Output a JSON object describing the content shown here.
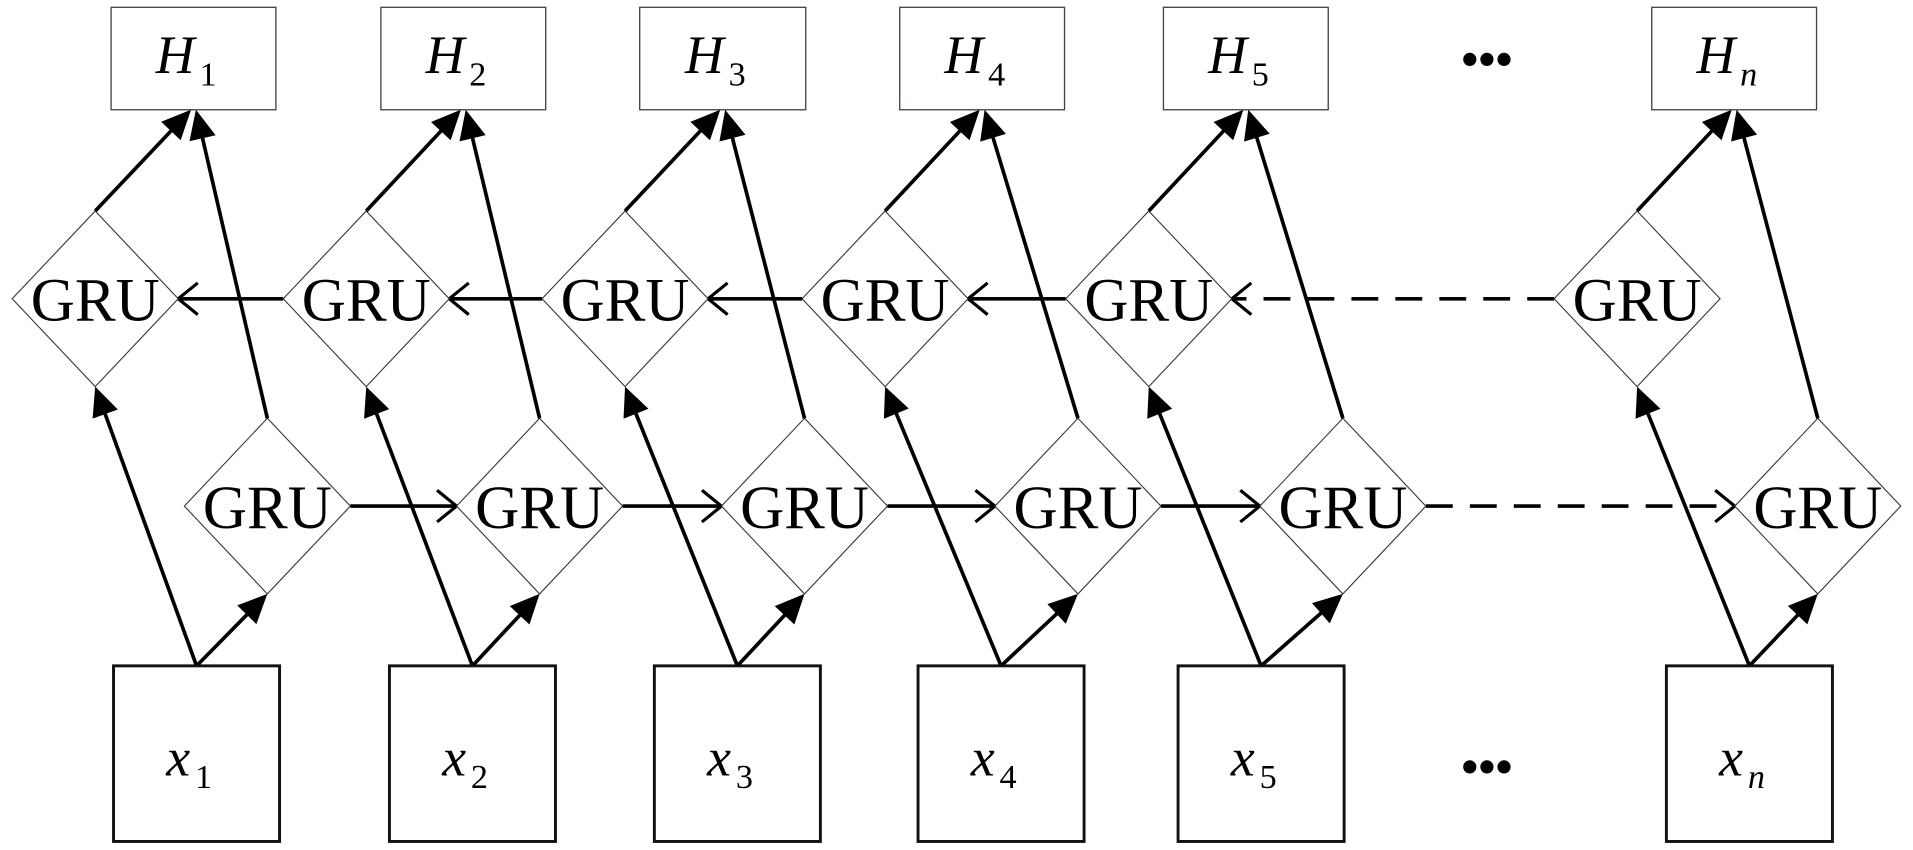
{
  "diagram": {
    "type": "bidirectional-gru",
    "outputs": [
      {
        "main": "H",
        "sub": "1",
        "sub_italic": false
      },
      {
        "main": "H",
        "sub": "2",
        "sub_italic": false
      },
      {
        "main": "H",
        "sub": "3",
        "sub_italic": false
      },
      {
        "main": "H",
        "sub": "4",
        "sub_italic": false
      },
      {
        "main": "H",
        "sub": "5",
        "sub_italic": false
      },
      {
        "main": "H",
        "sub": "n",
        "sub_italic": true
      }
    ],
    "inputs": [
      {
        "main": "x",
        "sub": "1",
        "sub_italic": false
      },
      {
        "main": "x",
        "sub": "2",
        "sub_italic": false
      },
      {
        "main": "x",
        "sub": "3",
        "sub_italic": false
      },
      {
        "main": "x",
        "sub": "4",
        "sub_italic": false
      },
      {
        "main": "x",
        "sub": "5",
        "sub_italic": false
      },
      {
        "main": "x",
        "sub": "n",
        "sub_italic": true
      }
    ],
    "backward_cell_label": "GRU",
    "forward_cell_label": "GRU",
    "ellipsis": "•••",
    "backward_direction": "right-to-left",
    "forward_direction": "left-to-right",
    "gap_between_columns": "after column 5 (dashed connection)"
  }
}
